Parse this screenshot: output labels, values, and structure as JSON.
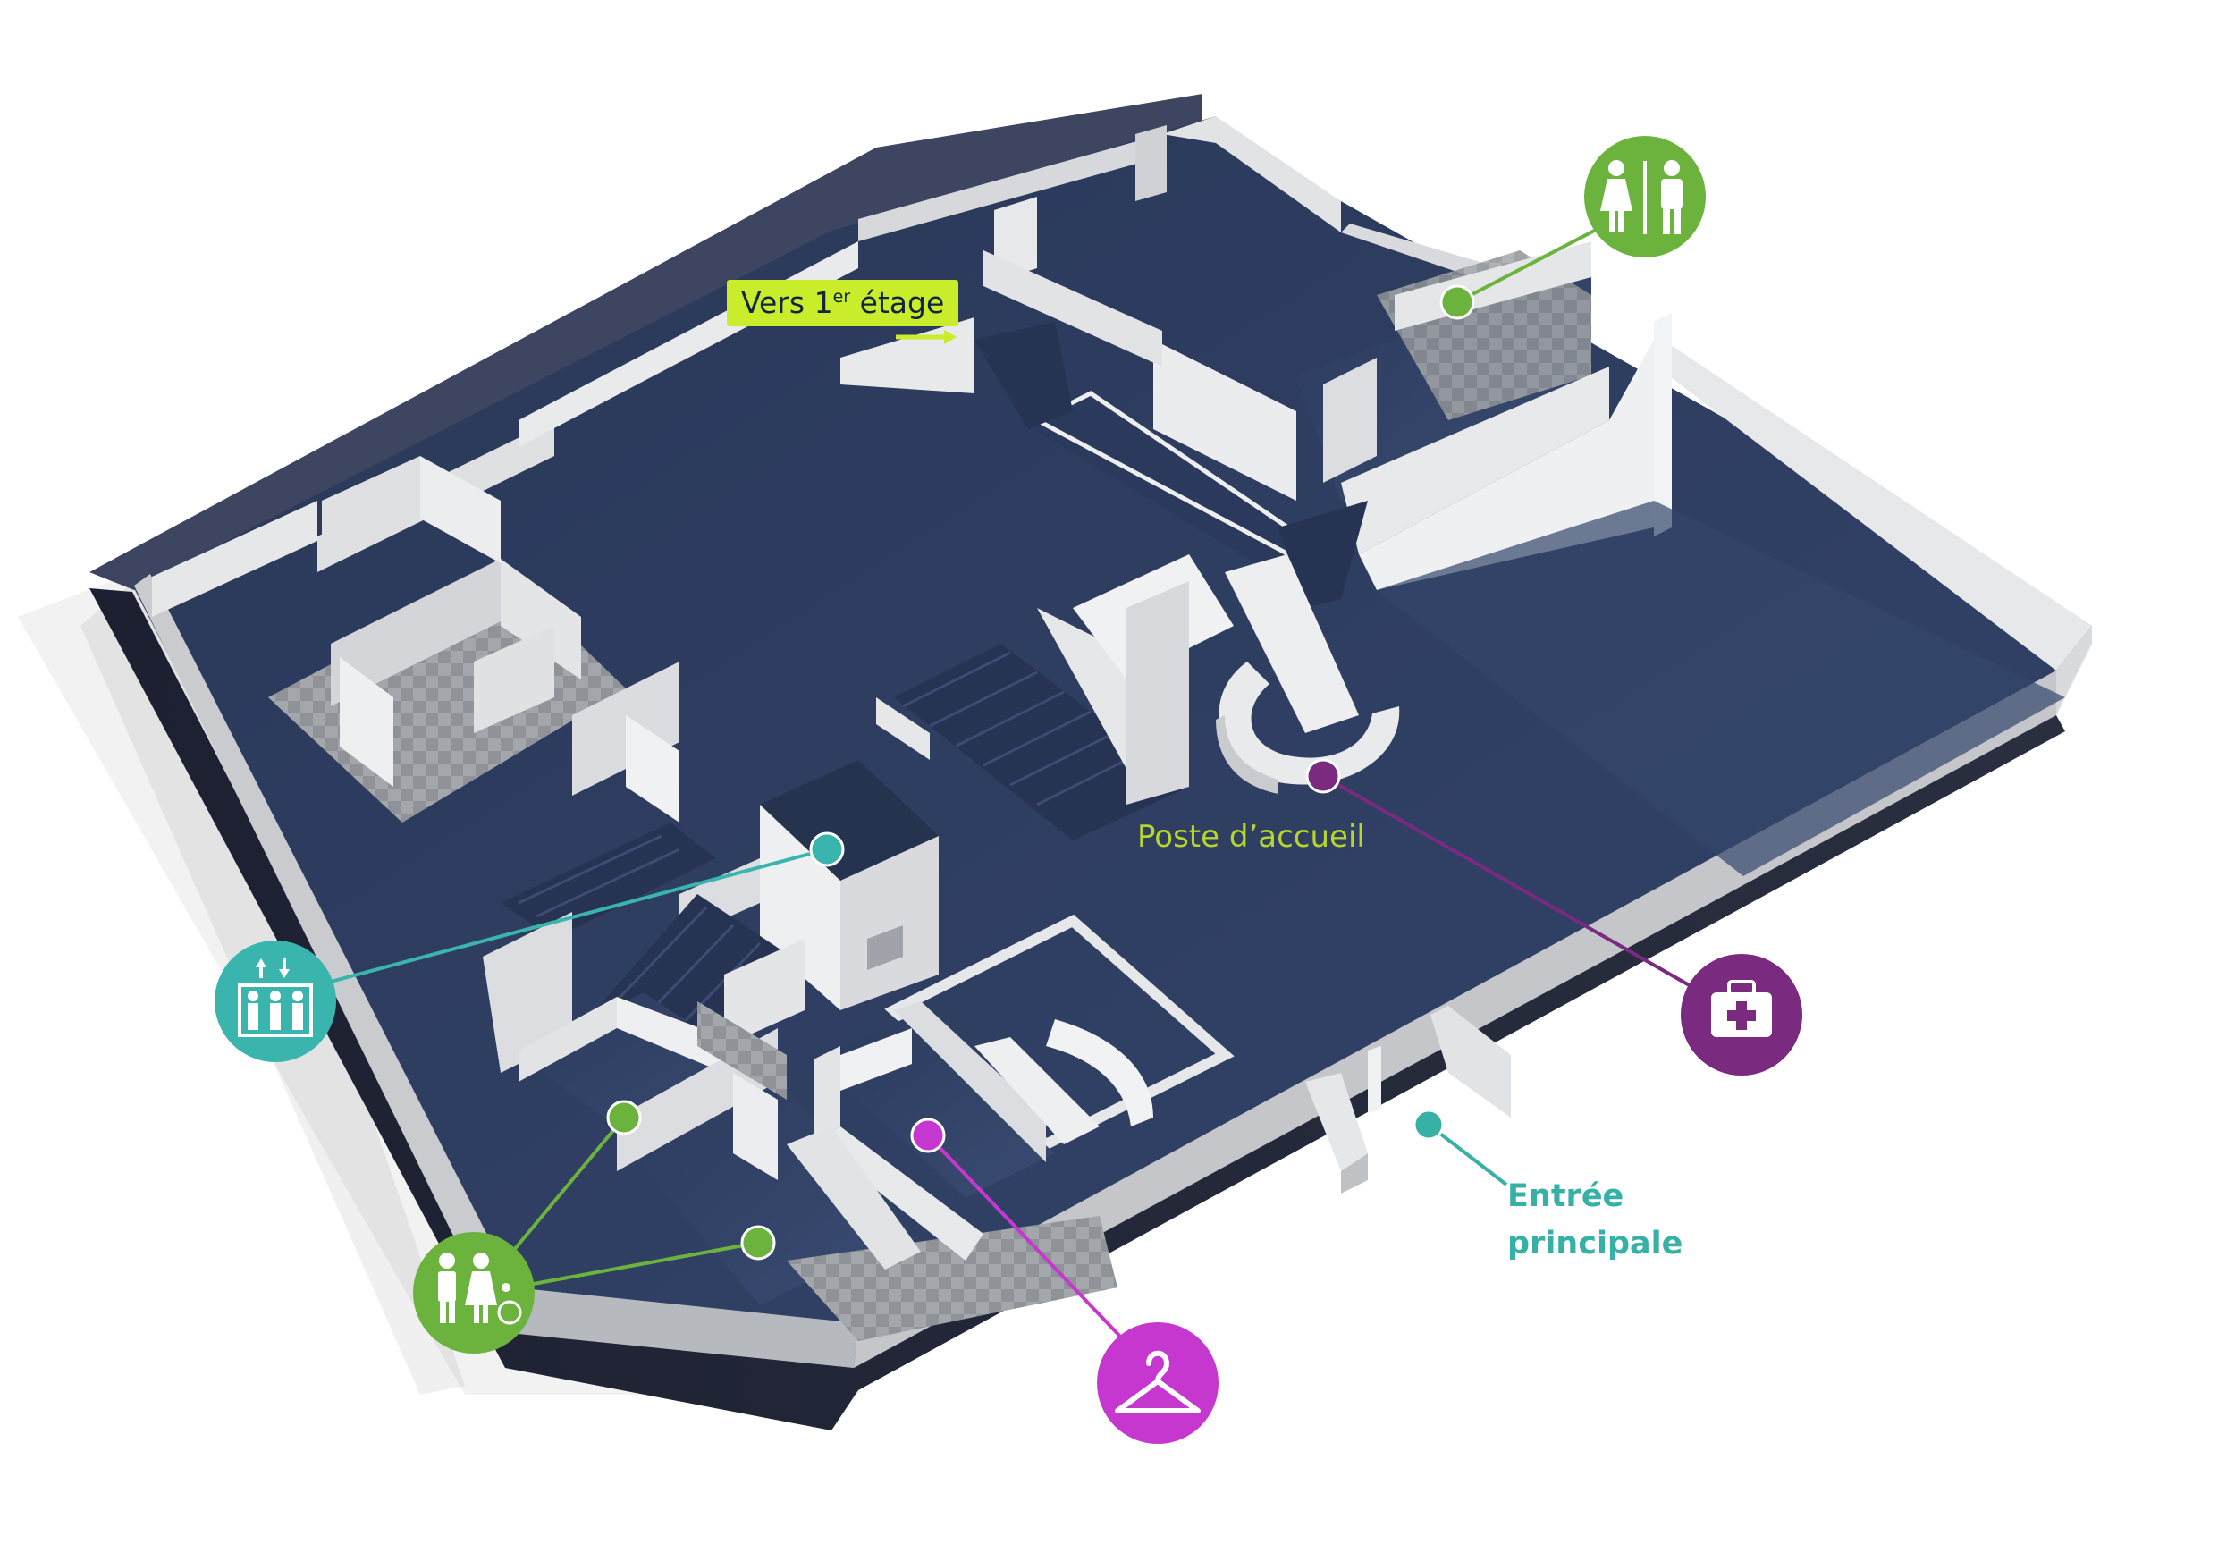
{
  "labels": {
    "stairs_prefix": "Vers 1",
    "stairs_superscript": "er",
    "stairs_suffix": " étage",
    "reception": "Poste d’accueil",
    "entrance_line1": "Entrée",
    "entrance_line2": "principale"
  },
  "colors": {
    "floor": "#2e3d5e",
    "wall": "#e2e3e5",
    "wall_shadow": "#a9adb3",
    "outer_edge": "#232838",
    "label_background": "#c9ed2b",
    "reception_text": "#b6d62b",
    "restroom_green": "#6cb33e",
    "elevator_teal": "#3ab5ad",
    "first_aid_purple": "#7a2a7f",
    "cloakroom_magenta": "#c637cf",
    "entrance_teal": "#37b0a6"
  },
  "markers": [
    {
      "name": "restrooms-upper",
      "icon": "restroom-icon",
      "color": "#6cb33e"
    },
    {
      "name": "elevators",
      "icon": "elevator-icon",
      "color": "#3ab5ad"
    },
    {
      "name": "first-aid",
      "icon": "first-aid-kit-icon",
      "color": "#7a2a7f"
    },
    {
      "name": "accessible-restrooms",
      "icon": "accessible-restroom-icon",
      "color": "#6cb33e"
    },
    {
      "name": "cloakroom",
      "icon": "coat-hanger-icon",
      "color": "#c637cf"
    },
    {
      "name": "main-entrance",
      "icon": "entrance-dot-icon",
      "color": "#37b0a6"
    }
  ]
}
